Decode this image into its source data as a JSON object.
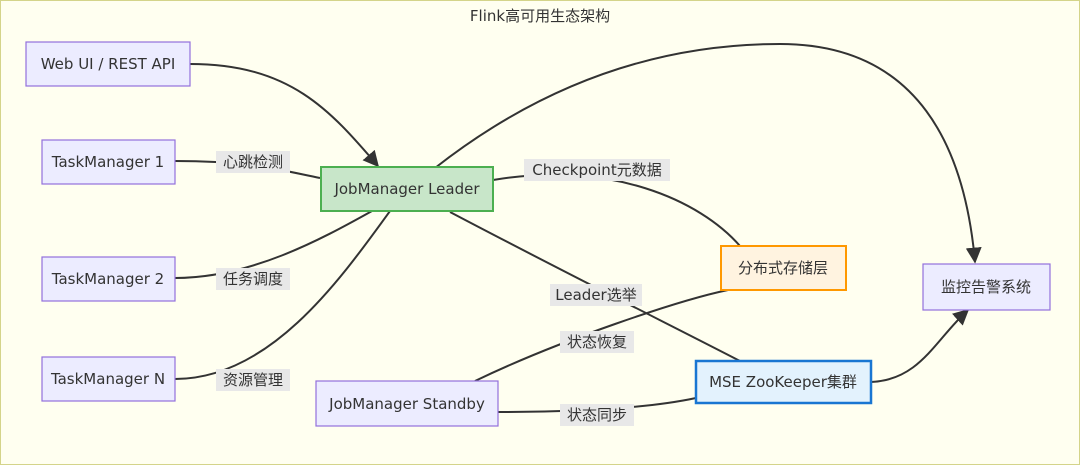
{
  "title": "Flink高可用生态架构",
  "colors": {
    "background": "#fffff0",
    "frame": "#d4d48a",
    "node_fill": "#ececff",
    "node_stroke": "#9370db",
    "leader_fill": "#c8e6c9",
    "leader_stroke": "#4caf50",
    "storage_fill": "#fff3e0",
    "storage_stroke": "#ff9800",
    "zk_fill": "#e3f2fd",
    "zk_stroke": "#1976d2",
    "edge": "#333333",
    "edge_label_bg": "#e8e8e8"
  },
  "nodes": {
    "webui": "Web UI / REST API",
    "tm1": "TaskManager 1",
    "tm2": "TaskManager 2",
    "tmn": "TaskManager N",
    "jm_leader": "JobManager Leader",
    "jm_standby": "JobManager Standby",
    "storage": "分布式存储层",
    "zk": "MSE ZooKeeper集群",
    "monitor": "监控告警系统"
  },
  "edges": {
    "heartbeat": "心跳检测",
    "scheduling": "任务调度",
    "resource": "资源管理",
    "checkpoint": "Checkpoint元数据",
    "election": "Leader选举",
    "recovery": "状态恢复",
    "sync": "状态同步"
  }
}
